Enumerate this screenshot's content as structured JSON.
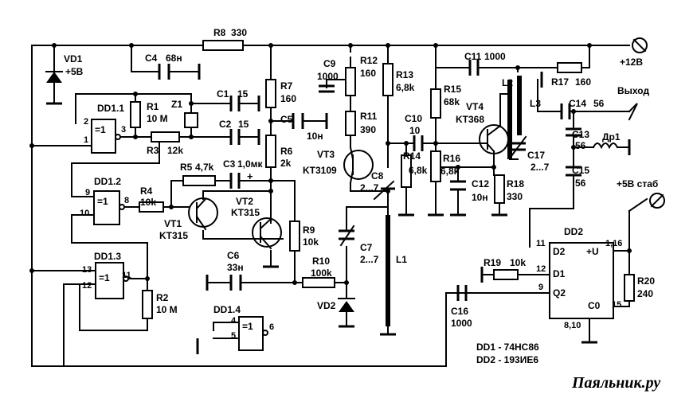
{
  "components": {
    "VD1": {
      "ref": "VD1",
      "value": "+5В"
    },
    "C4": {
      "ref": "C4",
      "value": "68н"
    },
    "R8": {
      "ref": "R8",
      "value": "330"
    },
    "R7": {
      "ref": "R7",
      "value": "160"
    },
    "C5": {
      "ref": "C5",
      "value": "10н"
    },
    "R6": {
      "ref": "R6",
      "value": "2k"
    },
    "R1": {
      "ref": "R1",
      "value": "10 М"
    },
    "Z1": {
      "ref": "Z1"
    },
    "C1": {
      "ref": "C1",
      "value": "15"
    },
    "C2": {
      "ref": "C2",
      "value": "15"
    },
    "R3": {
      "ref": "R3",
      "value": "12k"
    },
    "R5": {
      "ref": "R5",
      "value": "4,7k"
    },
    "C3": {
      "ref": "C3",
      "value": "1,0мк"
    },
    "R4": {
      "ref": "R4",
      "value": "10k"
    },
    "VT1": {
      "ref": "VT1",
      "type": "KT315"
    },
    "VT2": {
      "ref": "VT2",
      "type": "KT315"
    },
    "R9": {
      "ref": "R9",
      "value": "10k"
    },
    "C6": {
      "ref": "C6",
      "value": "33н"
    },
    "R10": {
      "ref": "R10",
      "value": "100k"
    },
    "VD2": {
      "ref": "VD2"
    },
    "C7": {
      "ref": "C7",
      "value": "2...7"
    },
    "C8": {
      "ref": "C8",
      "value": "2...7"
    },
    "L1": {
      "ref": "L1"
    },
    "R2": {
      "ref": "R2",
      "value": "10 М"
    },
    "C9": {
      "ref": "C9",
      "value": "1000"
    },
    "R12": {
      "ref": "R12",
      "value": "160"
    },
    "R11": {
      "ref": "R11",
      "value": "390"
    },
    "VT3": {
      "ref": "VT3",
      "type": "KT3109"
    },
    "R13": {
      "ref": "R13",
      "value": "6,8k"
    },
    "R14": {
      "ref": "R14",
      "value": "6,8k"
    },
    "C10": {
      "ref": "C10",
      "value": "10"
    },
    "R15": {
      "ref": "R15",
      "value": "68k"
    },
    "R16": {
      "ref": "R16",
      "value": "6,8k"
    },
    "C12": {
      "ref": "C12",
      "value": "10н"
    },
    "VT4": {
      "ref": "VT4",
      "type": "KT368"
    },
    "R18": {
      "ref": "R18",
      "value": "330"
    },
    "C11": {
      "ref": "C11",
      "value": "1000"
    },
    "L2": {
      "ref": "L2"
    },
    "L3": {
      "ref": "L3"
    },
    "R17": {
      "ref": "R17",
      "value": "160"
    },
    "C17": {
      "ref": "C17",
      "value": "2...7"
    },
    "C14": {
      "ref": "C14",
      "value": "56"
    },
    "C13": {
      "ref": "C13",
      "value": "56"
    },
    "C15": {
      "ref": "C15",
      "value": "56"
    },
    "Dr1": {
      "ref": "Др1"
    },
    "R19": {
      "ref": "R19",
      "value": "10k"
    },
    "R20": {
      "ref": "R20",
      "value": "240"
    },
    "C16": {
      "ref": "C16",
      "value": "1000"
    }
  },
  "gates": {
    "dd1_1": {
      "ref": "DD1.1",
      "sym": "=1",
      "pin_in_a": "2",
      "pin_in_b": "1",
      "pin_out": "3"
    },
    "dd1_2": {
      "ref": "DD1.2",
      "sym": "=1",
      "pin_in_a": "9",
      "pin_in_b": "10",
      "pin_out": "8"
    },
    "dd1_3": {
      "ref": "DD1.3",
      "sym": "=1",
      "pin_in_a": "13",
      "pin_in_b": "12",
      "pin_out": "11"
    },
    "dd1_4": {
      "ref": "DD1.4",
      "sym": "=1",
      "pin_in_a": "4",
      "pin_in_b": "5",
      "pin_out": "6"
    }
  },
  "dd2": {
    "ref": "DD2",
    "pin_d2": "D2",
    "pin_d1": "D1",
    "pin_q2": "Q2",
    "pin_u": "+U",
    "pin_c0": "C0",
    "num_11": "11",
    "num_12": "12",
    "num_9": "9",
    "num_116": "1,16",
    "num_15": "15",
    "num_810": "8,10"
  },
  "terminals": {
    "supply": "+12В",
    "output": "Выход",
    "stab": "+5В стаб"
  },
  "notes": {
    "dd1": "DD1 - 74HC86",
    "dd2": "DD2 - 193ИЕ6"
  },
  "watermark": "Паяльник.ру"
}
